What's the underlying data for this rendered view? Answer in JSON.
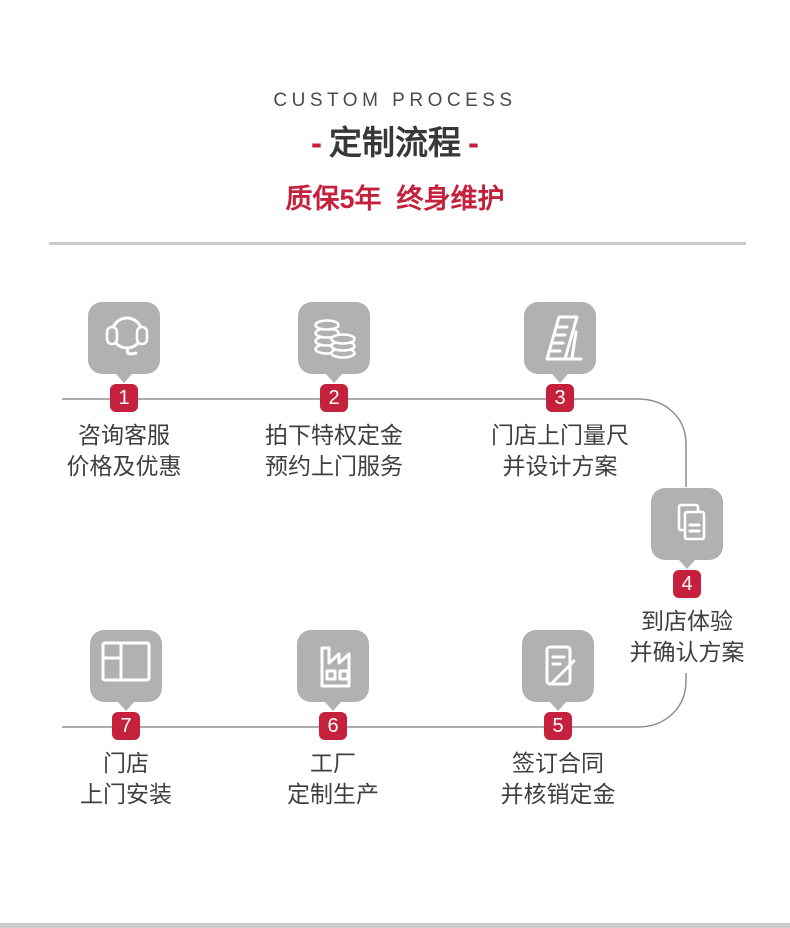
{
  "header": {
    "eyebrow": "CUSTOM PROCESS",
    "title": "定制流程",
    "title_dash": "-",
    "subtitle": "质保5年  终身维护"
  },
  "colors": {
    "accent_red": "#c5213c",
    "icon_gray": "#b1b1b1",
    "line_gray": "#8f8f8f",
    "divider_gray": "#cbcbcb"
  },
  "flow": {
    "steps": [
      {
        "number": "1",
        "icon": "headset-icon",
        "line1": "咨询客服",
        "line2": "价格及优惠"
      },
      {
        "number": "2",
        "icon": "coins-icon",
        "line1": "拍下特权定金",
        "line2": "预约上门服务"
      },
      {
        "number": "3",
        "icon": "ruler-icon",
        "line1": "门店上门量尺",
        "line2": "并设计方案"
      },
      {
        "number": "4",
        "icon": "documents-icon",
        "line1": "到店体验",
        "line2": "并确认方案"
      },
      {
        "number": "5",
        "icon": "contract-icon",
        "line1": "签订合同",
        "line2": "并核销定金"
      },
      {
        "number": "6",
        "icon": "factory-icon",
        "line1": "工厂",
        "line2": "定制生产"
      },
      {
        "number": "7",
        "icon": "store-icon",
        "line1": "门店",
        "line2": "上门安装"
      }
    ]
  }
}
